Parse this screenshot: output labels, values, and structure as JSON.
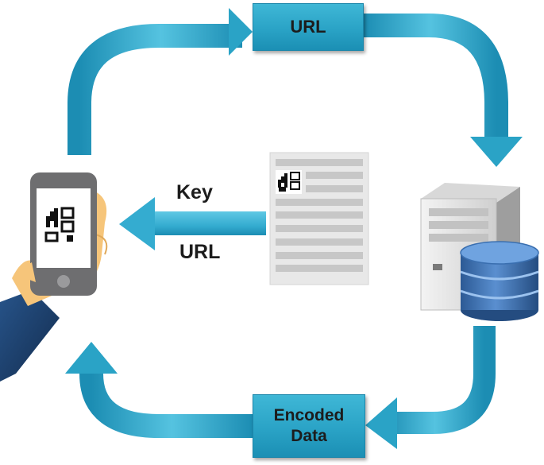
{
  "diagram": {
    "top_box": "URL",
    "bottom_box_line1": "Encoded",
    "bottom_box_line2": "Data",
    "key_label": "Key",
    "url_label": "URL"
  },
  "colors": {
    "arrow_light": "#55c3e0",
    "arrow_dark": "#1c8db3",
    "box": "#2aa3c6",
    "sleeve": "#1d3f6b",
    "hand": "#f6c57a",
    "phone": "#6e6e70",
    "server": "#e4e4e4",
    "database": "#3a6fb0"
  }
}
